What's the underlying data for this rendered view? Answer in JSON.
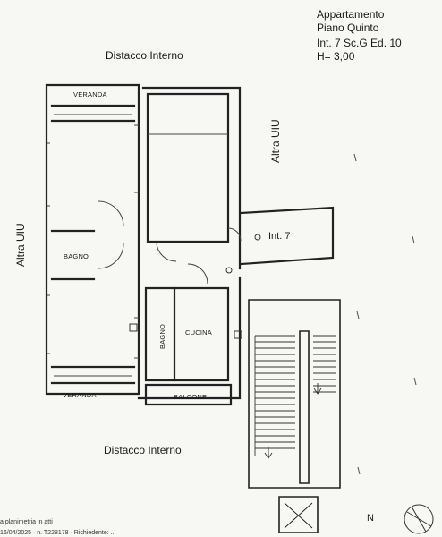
{
  "header": {
    "type": "Appartamento",
    "floor": "Piano Quinto",
    "unit": "Int. 7 Sc.G Ed. 10",
    "height": "H= 3,00"
  },
  "surroundings": {
    "top": "Distacco Interno",
    "bottom": "Distacco Interno",
    "left": "Altra UIU",
    "right": "Altra UIU"
  },
  "rooms": {
    "veranda_top": "VERANDA",
    "veranda_bottom": "VERANDA",
    "bagno_left": "BAGNO",
    "bagno_center": "BAGNO",
    "cucina": "CUCINA",
    "balcone": "BALCONE"
  },
  "entrance_label": "Int. 7",
  "compass_label": "N",
  "footer": {
    "line1": "a planimetria in atti",
    "line2": "16/04/2025 · n. T228178 · Richiedente: ..."
  }
}
